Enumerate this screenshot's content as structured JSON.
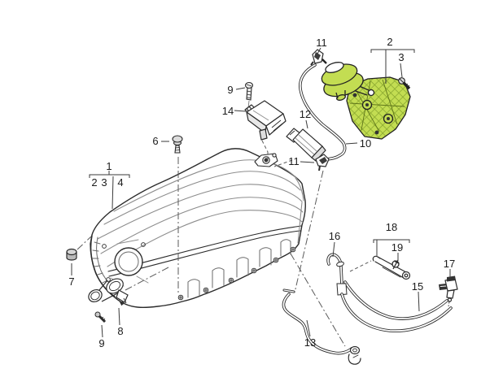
{
  "figure": {
    "background": "#ffffff",
    "line_color": "#2b2b2b",
    "interior_line_color": "#909090",
    "leader_color": "#3a3a3a",
    "highlight_color": "#c3dd52",
    "hatch_color": "#84a22c"
  },
  "callouts": {
    "c1": "1",
    "c2_sub": "2",
    "c3_sub": "3",
    "c4_sub": "4",
    "c2": "2",
    "c3": "3",
    "c6": "6",
    "c7": "7",
    "c8": "8",
    "c9a": "9",
    "c9b": "9",
    "c10": "10",
    "c11a": "11",
    "c11b": "11",
    "c12": "12",
    "c13": "13",
    "c14": "14",
    "c15": "15",
    "c16": "16",
    "c17": "17",
    "c18": "18",
    "c19": "19"
  }
}
